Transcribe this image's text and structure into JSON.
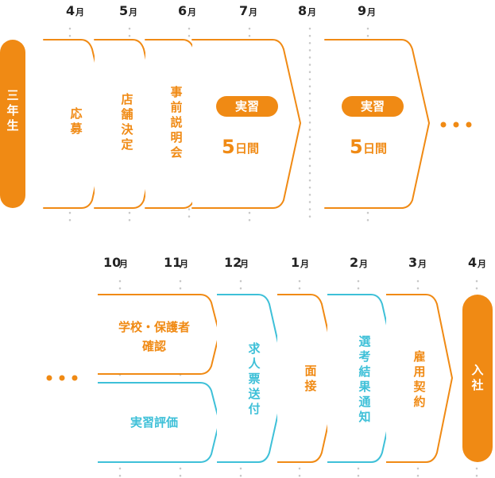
{
  "colors": {
    "orange": "#f08a14",
    "cyan": "#3ec0d8",
    "dots": "#c8c8c8",
    "text": "#222222"
  },
  "grade": "三年生",
  "hire": "入社",
  "month_unit": "月",
  "ellipsis": "•••",
  "row1": {
    "months": [
      "4",
      "5",
      "6",
      "7",
      "8",
      "9"
    ],
    "steps": {
      "apply": "応募",
      "store": "店舗決定",
      "briefing": "事前説明会"
    },
    "internship1": {
      "label": "実習",
      "num": "5",
      "unit": "日間"
    },
    "internship2": {
      "label": "実習",
      "num": "5",
      "unit": "日間"
    }
  },
  "row2": {
    "months": [
      "10",
      "11",
      "12",
      "1",
      "2",
      "3",
      "4"
    ],
    "steps": {
      "confirm_line1": "学校・保護者",
      "confirm_line2": "確認",
      "evaluation": "実習評価",
      "job_offer": "求人票送付",
      "interview": "面接",
      "result": "選考結果通知",
      "contract": "雇用契約"
    }
  }
}
